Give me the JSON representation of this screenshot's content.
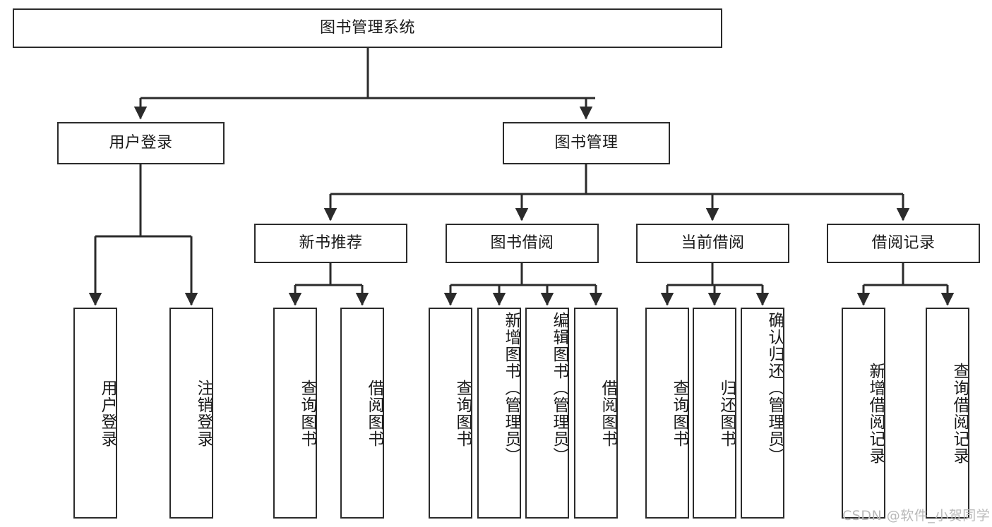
{
  "diagram": {
    "type": "tree",
    "title": "图书管理系统",
    "root": {
      "id": "root",
      "label": "图书管理系统"
    },
    "level2": [
      {
        "id": "user-login",
        "label": "用户登录"
      },
      {
        "id": "book-management",
        "label": "图书管理"
      }
    ],
    "level3": [
      {
        "id": "new-book-recommend",
        "label": "新书推荐",
        "parent": "book-management"
      },
      {
        "id": "book-borrow",
        "label": "图书借阅",
        "parent": "book-management"
      },
      {
        "id": "current-borrow",
        "label": "当前借阅",
        "parent": "book-management"
      },
      {
        "id": "borrow-record",
        "label": "借阅记录",
        "parent": "book-management"
      }
    ],
    "leaves": {
      "user_login": [
        {
          "id": "leaf-user-login",
          "label": "用户登录"
        },
        {
          "id": "leaf-logout-login",
          "label": "注销登录"
        }
      ],
      "new_book_recommend": [
        {
          "id": "leaf-query-book-1",
          "label": "查询图书"
        },
        {
          "id": "leaf-borrow-book-1",
          "label": "借阅图书"
        }
      ],
      "book_borrow": [
        {
          "id": "leaf-query-book-2",
          "label": "查询图书"
        },
        {
          "id": "leaf-add-book",
          "label": "新增图书（管理员）"
        },
        {
          "id": "leaf-edit-book",
          "label": "编辑图书（管理员）"
        },
        {
          "id": "leaf-borrow-book-2",
          "label": "借阅图书"
        }
      ],
      "current_borrow": [
        {
          "id": "leaf-query-book-3",
          "label": "查询图书"
        },
        {
          "id": "leaf-return-book",
          "label": "归还图书"
        },
        {
          "id": "leaf-confirm-return",
          "label": "确认归还（管理员）"
        }
      ],
      "borrow_record": [
        {
          "id": "leaf-add-record",
          "label": "新增借阅记录"
        },
        {
          "id": "leaf-query-record",
          "label": "查询借阅记录"
        }
      ]
    }
  },
  "watermark": {
    "text": "CSDN @软件_小贺同学"
  },
  "colors": {
    "stroke": "#2b2b2b",
    "background": "#ffffff",
    "text": "#1a1a1a",
    "watermark": "#b9b9b9"
  }
}
